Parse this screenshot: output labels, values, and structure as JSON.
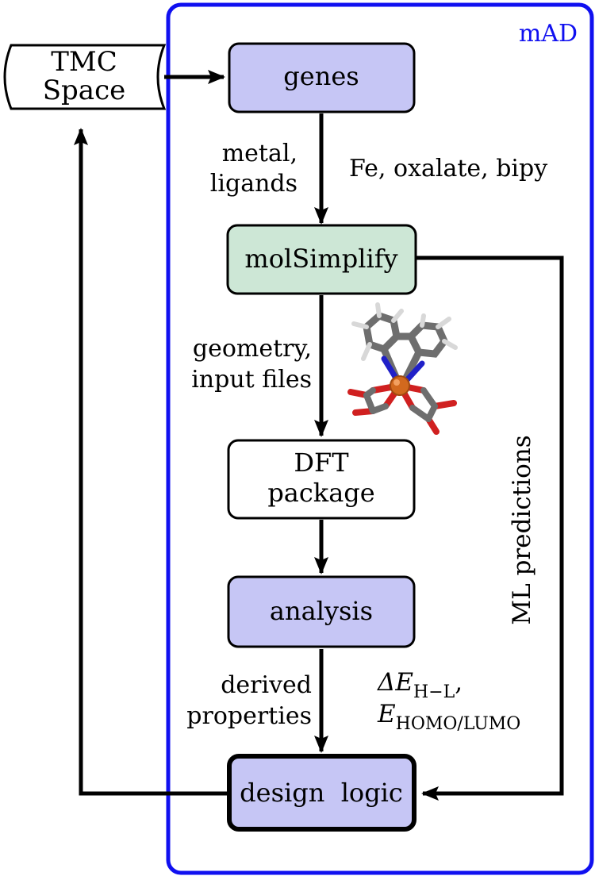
{
  "frame_label": "mAD",
  "colors": {
    "frame": "#1010f0",
    "node_blue": "#c6c6f5",
    "node_green": "#cde7d6",
    "node_white": "#ffffff",
    "arrow": "#000000"
  },
  "nodes": {
    "tmc_space": {
      "line1": "TMC",
      "line2": "Space"
    },
    "genes": {
      "label": "genes"
    },
    "molsimplify": {
      "label": "molSimplify"
    },
    "dft_package": {
      "line1": "DFT",
      "line2": "package"
    },
    "analysis": {
      "label": "analysis"
    },
    "design_logic": {
      "label": "design  logic"
    }
  },
  "edge_labels": {
    "genes_to_molsimplify_left": {
      "line1": "metal,",
      "line2": "ligands"
    },
    "genes_to_molsimplify_right": "Fe, oxalate, bipy",
    "molsimplify_to_dft": {
      "line1": "geometry,",
      "line2": "input files"
    },
    "analysis_to_design_left": {
      "line1": "derived",
      "line2": "properties"
    },
    "analysis_to_design_right": {
      "line1_symbol": "ΔE",
      "line1_sub": "H−L",
      "line1_suffix": ",",
      "line2_symbol": "E",
      "line2_sub": "HOMO/LUMO"
    },
    "ml_predictions": "ML predictions"
  },
  "molecule": {
    "name": "molecule-image"
  }
}
